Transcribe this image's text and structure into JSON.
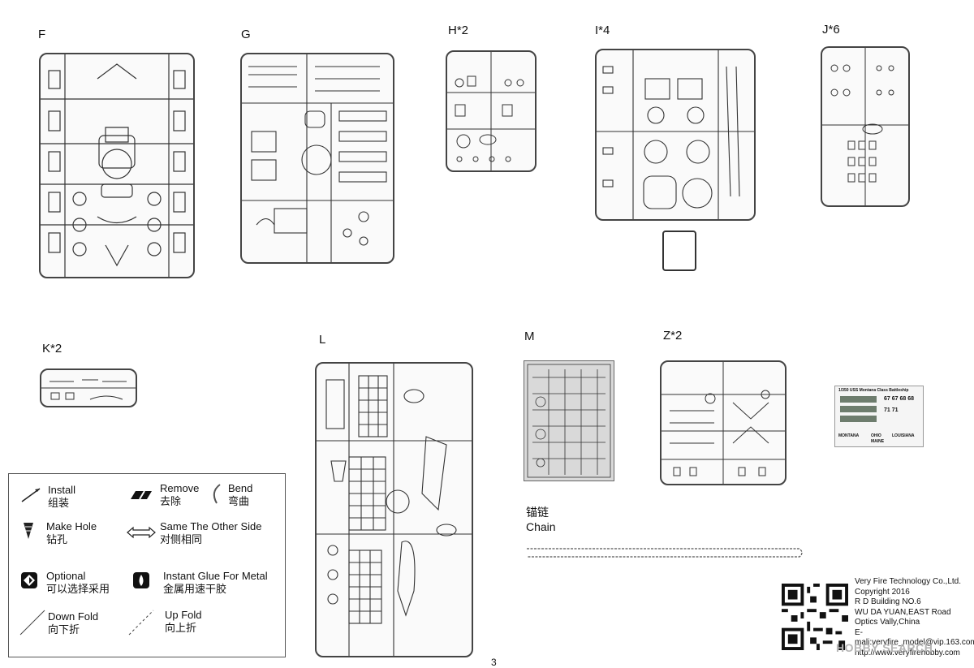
{
  "sprues": [
    {
      "label": "F"
    },
    {
      "label": "G"
    },
    {
      "label": "H*2"
    },
    {
      "label": "I*4"
    },
    {
      "label": "J*6"
    },
    {
      "label": "K*2"
    },
    {
      "label": "L"
    },
    {
      "label": "M"
    },
    {
      "label": "Z*2"
    }
  ],
  "legend": {
    "install_en": "Install",
    "install_cn": "组装",
    "remove_en": "Remove",
    "remove_cn": "去除",
    "bend_en": "Bend",
    "bend_cn": "弯曲",
    "hole_en": "Make Hole",
    "hole_cn": "钻孔",
    "same_en": "Same The Other Side",
    "same_cn": "对侧相同",
    "optional_en": "Optional",
    "optional_cn": "可以选择采用",
    "glue_en": "Instant Glue For Metal",
    "glue_cn": "金属用速干胶",
    "down_en": "Down Fold",
    "down_cn": "向下折",
    "up_en": "Up Fold",
    "up_cn": "向上折"
  },
  "chain": {
    "cn": "锚链",
    "en": "Chain"
  },
  "decal": {
    "title": "1/350 USS Montana Class Battleship",
    "names": [
      "MONTANA",
      "OHIO",
      "LOUISIANA",
      "MAINE"
    ],
    "numbers": [
      "67",
      "67",
      "68",
      "68",
      "71",
      "71"
    ]
  },
  "company": {
    "lines": [
      "Very Fire Technology Co.,Ltd.",
      "Copyright 2016",
      "R D Building NO.6",
      "WU DA YUAN,EAST Road",
      "Optics Vally,China",
      "E-mali:veryfire_model@vip.163.com",
      "http://www.veryfirehobby.com"
    ]
  },
  "watermark": "HOBBY SEARCH",
  "page_number": "3"
}
